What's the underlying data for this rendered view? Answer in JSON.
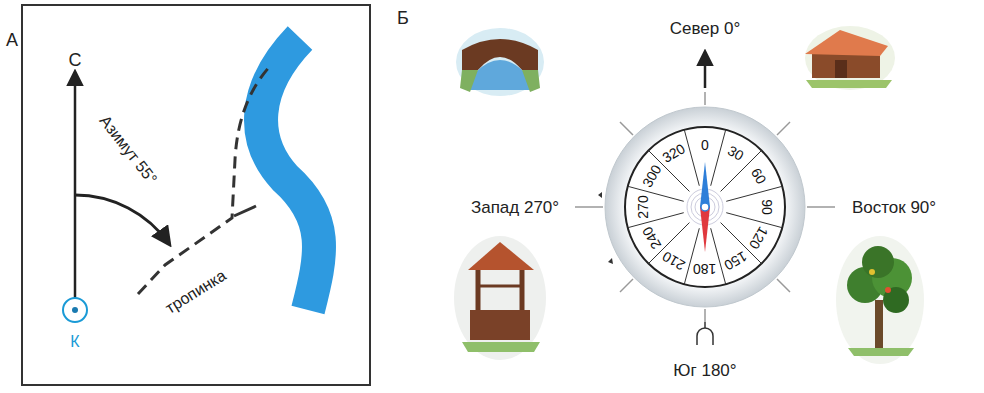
{
  "diagram": {
    "labels": [
      "А",
      "С",
      "Азимут 55°",
      "тропинка",
      "К",
      "Б",
      "Север 0°",
      "Запад 270°",
      "Восток 90°",
      "Юг 180°",
      "0",
      "30",
      "60",
      "90",
      "120",
      "150",
      "180",
      "210",
      "240",
      "270",
      "300",
      "320"
    ]
  }
}
